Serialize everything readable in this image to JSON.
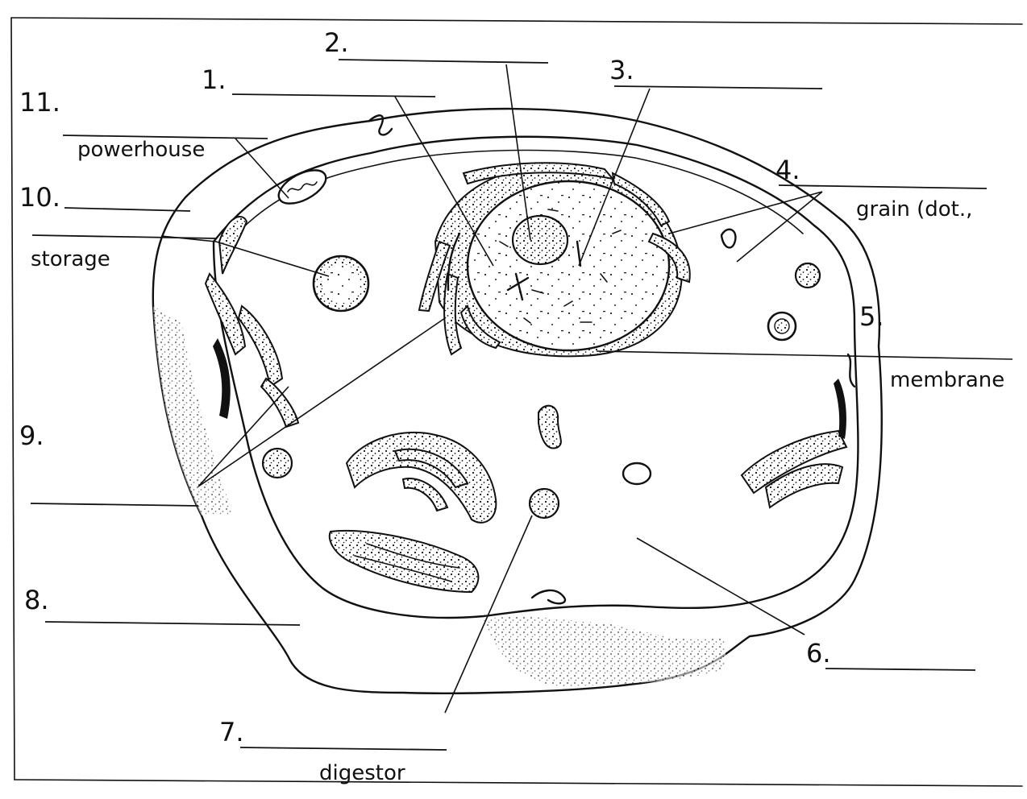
{
  "labels": {
    "n1": "1.",
    "n2": "2.",
    "n3": "3.",
    "n4": "4.",
    "n5": "5.",
    "n6": "6.",
    "n7": "7.",
    "n8": "8.",
    "n9": "9.",
    "n10": "10.",
    "n11": "11."
  },
  "answers": {
    "powerhouse": "powerhouse",
    "storage": "storage",
    "grain": "grain (dot.,",
    "membrane": "membrane",
    "digestor": "digestor"
  }
}
